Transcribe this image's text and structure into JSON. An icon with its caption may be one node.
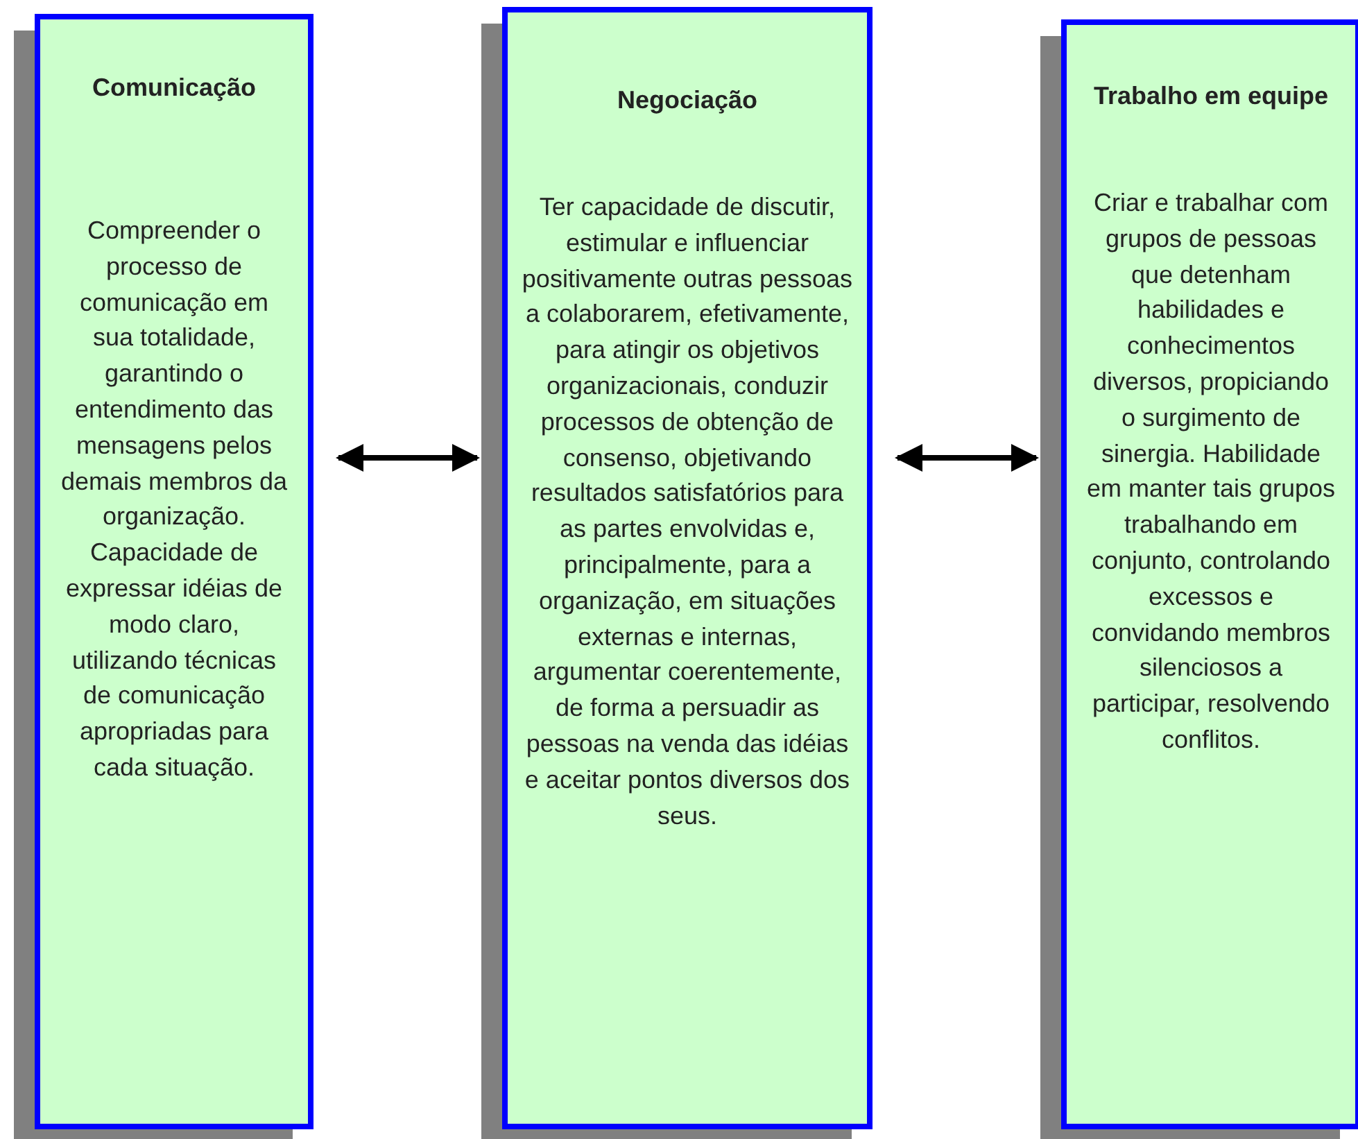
{
  "diagram": {
    "nodes": [
      {
        "text": [
          "Comunicação",
          "Compreender o processo de comunicação em sua totalidade, garantindo o entendimento das mensagens pelos demais membros da organização. Capacidade de expressar idéias de modo claro, utilizando técnicas de comunicação apropriadas para cada situação."
        ]
      },
      {
        "text": [
          "Negociação",
          "Ter capacidade de discutir, estimular e influenciar positivamente outras pessoas a colaborarem, efetivamente, para atingir os objetivos organizacionais, conduzir processos de obtenção de consenso, objetivando resultados satisfatórios para as partes envolvidas e, principalmente, para a organização, em situações externas e internas, argumentar coerentemente, de forma a persuadir as pessoas na venda das idéias e aceitar pontos diversos dos seus."
        ]
      },
      {
        "text": [
          "Trabalho em equipe",
          "Criar e trabalhar com grupos de pessoas que detenham habilidades e conhecimentos diversos, propiciando o surgimento de sinergia. Habilidade em manter tais grupos trabalhando em conjunto, controlando excessos e convidando membros silenciosos a participar, resolvendo conflitos."
        ]
      }
    ],
    "edges": [
      {
        "from": 0,
        "to": 1,
        "arrow": "both"
      },
      {
        "from": 1,
        "to": 2,
        "arrow": "both"
      }
    ]
  }
}
